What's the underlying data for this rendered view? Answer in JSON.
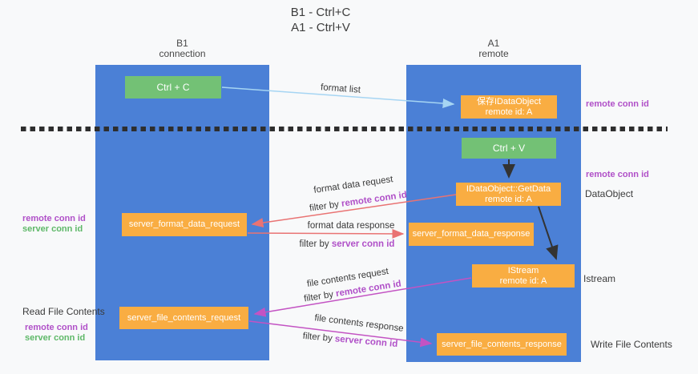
{
  "title": {
    "line1": "B1 - Ctrl+C",
    "line2": "A1 - Ctrl+V"
  },
  "columns": {
    "b1": {
      "name": "B1",
      "role": "connection"
    },
    "a1": {
      "name": "A1",
      "role": "remote"
    }
  },
  "nodes": {
    "ctrl_c": {
      "label": "Ctrl + C"
    },
    "save_idataobject": {
      "line1": "保存IDataObject",
      "line2": "remote id: A"
    },
    "ctrl_v": {
      "label": "Ctrl + V"
    },
    "getdata": {
      "line1": "IDataObject::GetData",
      "line2": "remote id: A"
    },
    "format_request": {
      "label": "server_format_data_request"
    },
    "format_response": {
      "label": "server_format_data_response"
    },
    "istream": {
      "line1": "IStream",
      "line2": "remote id: A"
    },
    "file_request": {
      "label": "server_file_contents_request"
    },
    "file_response": {
      "label": "server_file_contents_response"
    }
  },
  "flows": {
    "format_list": {
      "label": "format list"
    },
    "format_data_request": {
      "label": "format data request",
      "filter_prefix": "filter by ",
      "filter_key": "remote conn id"
    },
    "format_data_response": {
      "label": "format data response",
      "filter_prefix": "filter by ",
      "filter_key": "server conn id"
    },
    "file_contents_request": {
      "label": "file contents request",
      "filter_prefix": "filter by ",
      "filter_key": "remote conn id"
    },
    "file_contents_response": {
      "label": "file contents response",
      "filter_prefix": "filter by ",
      "filter_key": "server conn id"
    }
  },
  "annotations": {
    "right_top_remote_conn_id": "remote conn id",
    "right_mid_remote_conn_id": "remote conn id",
    "dataobject": "DataObject",
    "istream": "Istream",
    "write_file_contents": "Write File Contents",
    "left_remote_conn_id": "remote conn id",
    "left_server_conn_id": "server conn id",
    "read_file_contents": "Read File Contents",
    "left_remote_conn_id2": "remote conn id",
    "left_server_conn_id2": "server conn id"
  },
  "colors": {
    "column_blue": "#4b80d6",
    "node_orange": "#f9ad42",
    "node_green": "#73c175",
    "arrow_lightblue": "#a6d5f3",
    "arrow_salmon": "#e97373",
    "arrow_magenta": "#c353c3",
    "arrow_black": "#333333",
    "text_purple": "#b050c8",
    "text_green": "#5eb868",
    "background": "#f8f9fa"
  }
}
